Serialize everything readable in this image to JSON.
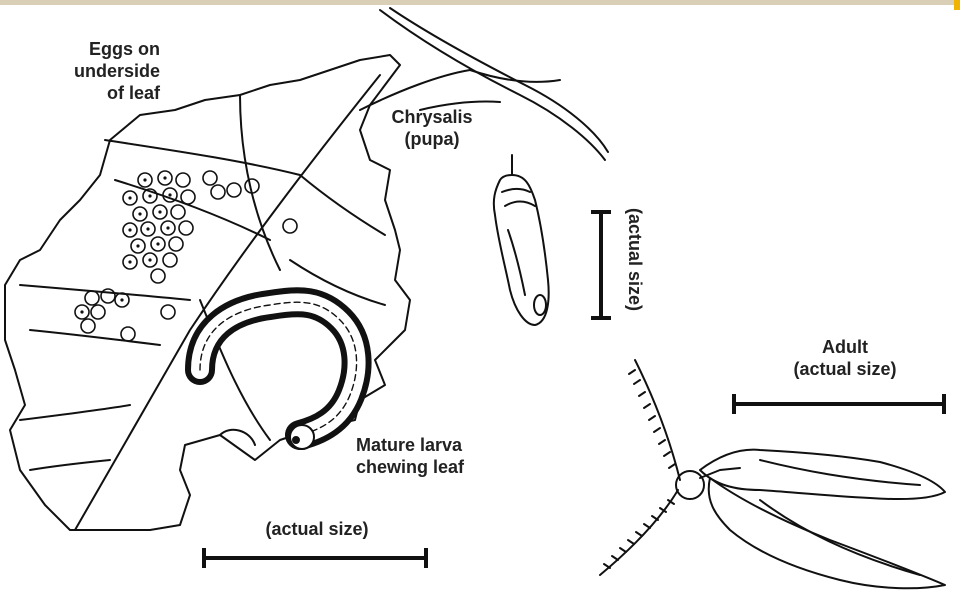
{
  "labels": {
    "eggs": [
      "Eggs on",
      "underside",
      "of leaf"
    ],
    "chrysalis": [
      "Chrysalis",
      "(pupa)"
    ],
    "pupa_scale": "(actual size)",
    "adult": [
      "Adult",
      "(actual size)"
    ],
    "larva": [
      "Mature larva",
      "chewing leaf"
    ],
    "larva_scale": "(actual size)"
  },
  "colors": {
    "ink": "#111111",
    "top_bar": "#d8cfb6",
    "top_bar_accent": "#f0b400"
  }
}
